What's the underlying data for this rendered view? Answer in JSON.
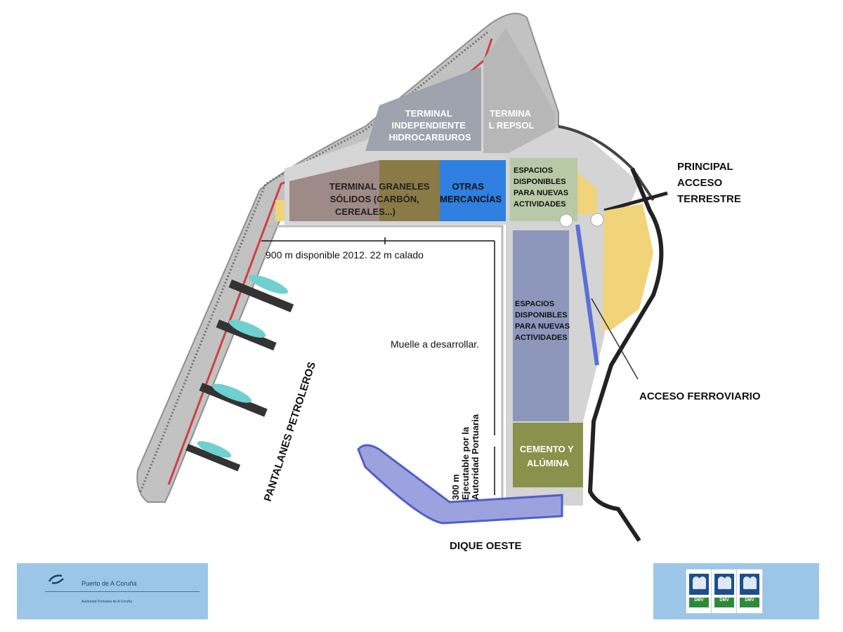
{
  "map": {
    "zones": {
      "terminal_hidrocarburos": [
        "TERMINAL",
        "INDEPENDIENTE",
        "HIDROCARBUROS"
      ],
      "terminal_repsol": [
        "TERMINA",
        "L REPSOL"
      ],
      "terminal_graneles": [
        "TERMINAL GRANELES",
        "SÓLIDOS (CARBÓN,",
        "CEREALES...)"
      ],
      "otras_mercancias": [
        "OTRAS",
        "MERCANCÍAS"
      ],
      "espacios_top": [
        "ESPACIOS",
        "DISPONIBLES",
        "PARA NUEVAS",
        "ACTIVIDADES"
      ],
      "espacios_mid": [
        "ESPACIOS",
        "DISPONIBLES",
        "PARA NUEVAS",
        "ACTIVIDADES"
      ],
      "cemento": [
        "CEMENTO Y",
        "ALÚMINA"
      ]
    },
    "labels": {
      "acceso_terrestre": [
        "PRINCIPAL",
        "ACCESO",
        "TERRESTRE"
      ],
      "acceso_ferroviario": "ACCESO FERROVIARIO",
      "pantalanes": "PANTALANES PETROLEROS",
      "dique_oeste": "DIQUE OESTE"
    },
    "annotations": {
      "muelle_900": "900 m disponible 2012. 22 m calado",
      "muelle_desarrollar": "Muelle a desarrollar.",
      "muelle_300": [
        "300 m",
        "Ejecutable por la",
        "Autoridad Portuaria"
      ]
    },
    "colors": {
      "land": "#d4d4d4",
      "breakwater": "#b5b5b5",
      "hidrocarburos": "#9ea3ae",
      "repsol": "#b7b7b7",
      "graneles_left": "#9e8a87",
      "graneles_right": "#8a7a45",
      "otras": "#2f7fe0",
      "espacios_top": "#b7c9a6",
      "espacios_mid": "#8c97bb",
      "cemento": "#8a914a",
      "yellow": "#f1d37a",
      "dique": "#4f5fc8",
      "pipeline": "#d04040"
    }
  },
  "logos": {
    "left_name": "Puerto de A Coruña",
    "left_sub": "Autoridad Portuaria de A Coruña",
    "right_badge": "DMV"
  }
}
